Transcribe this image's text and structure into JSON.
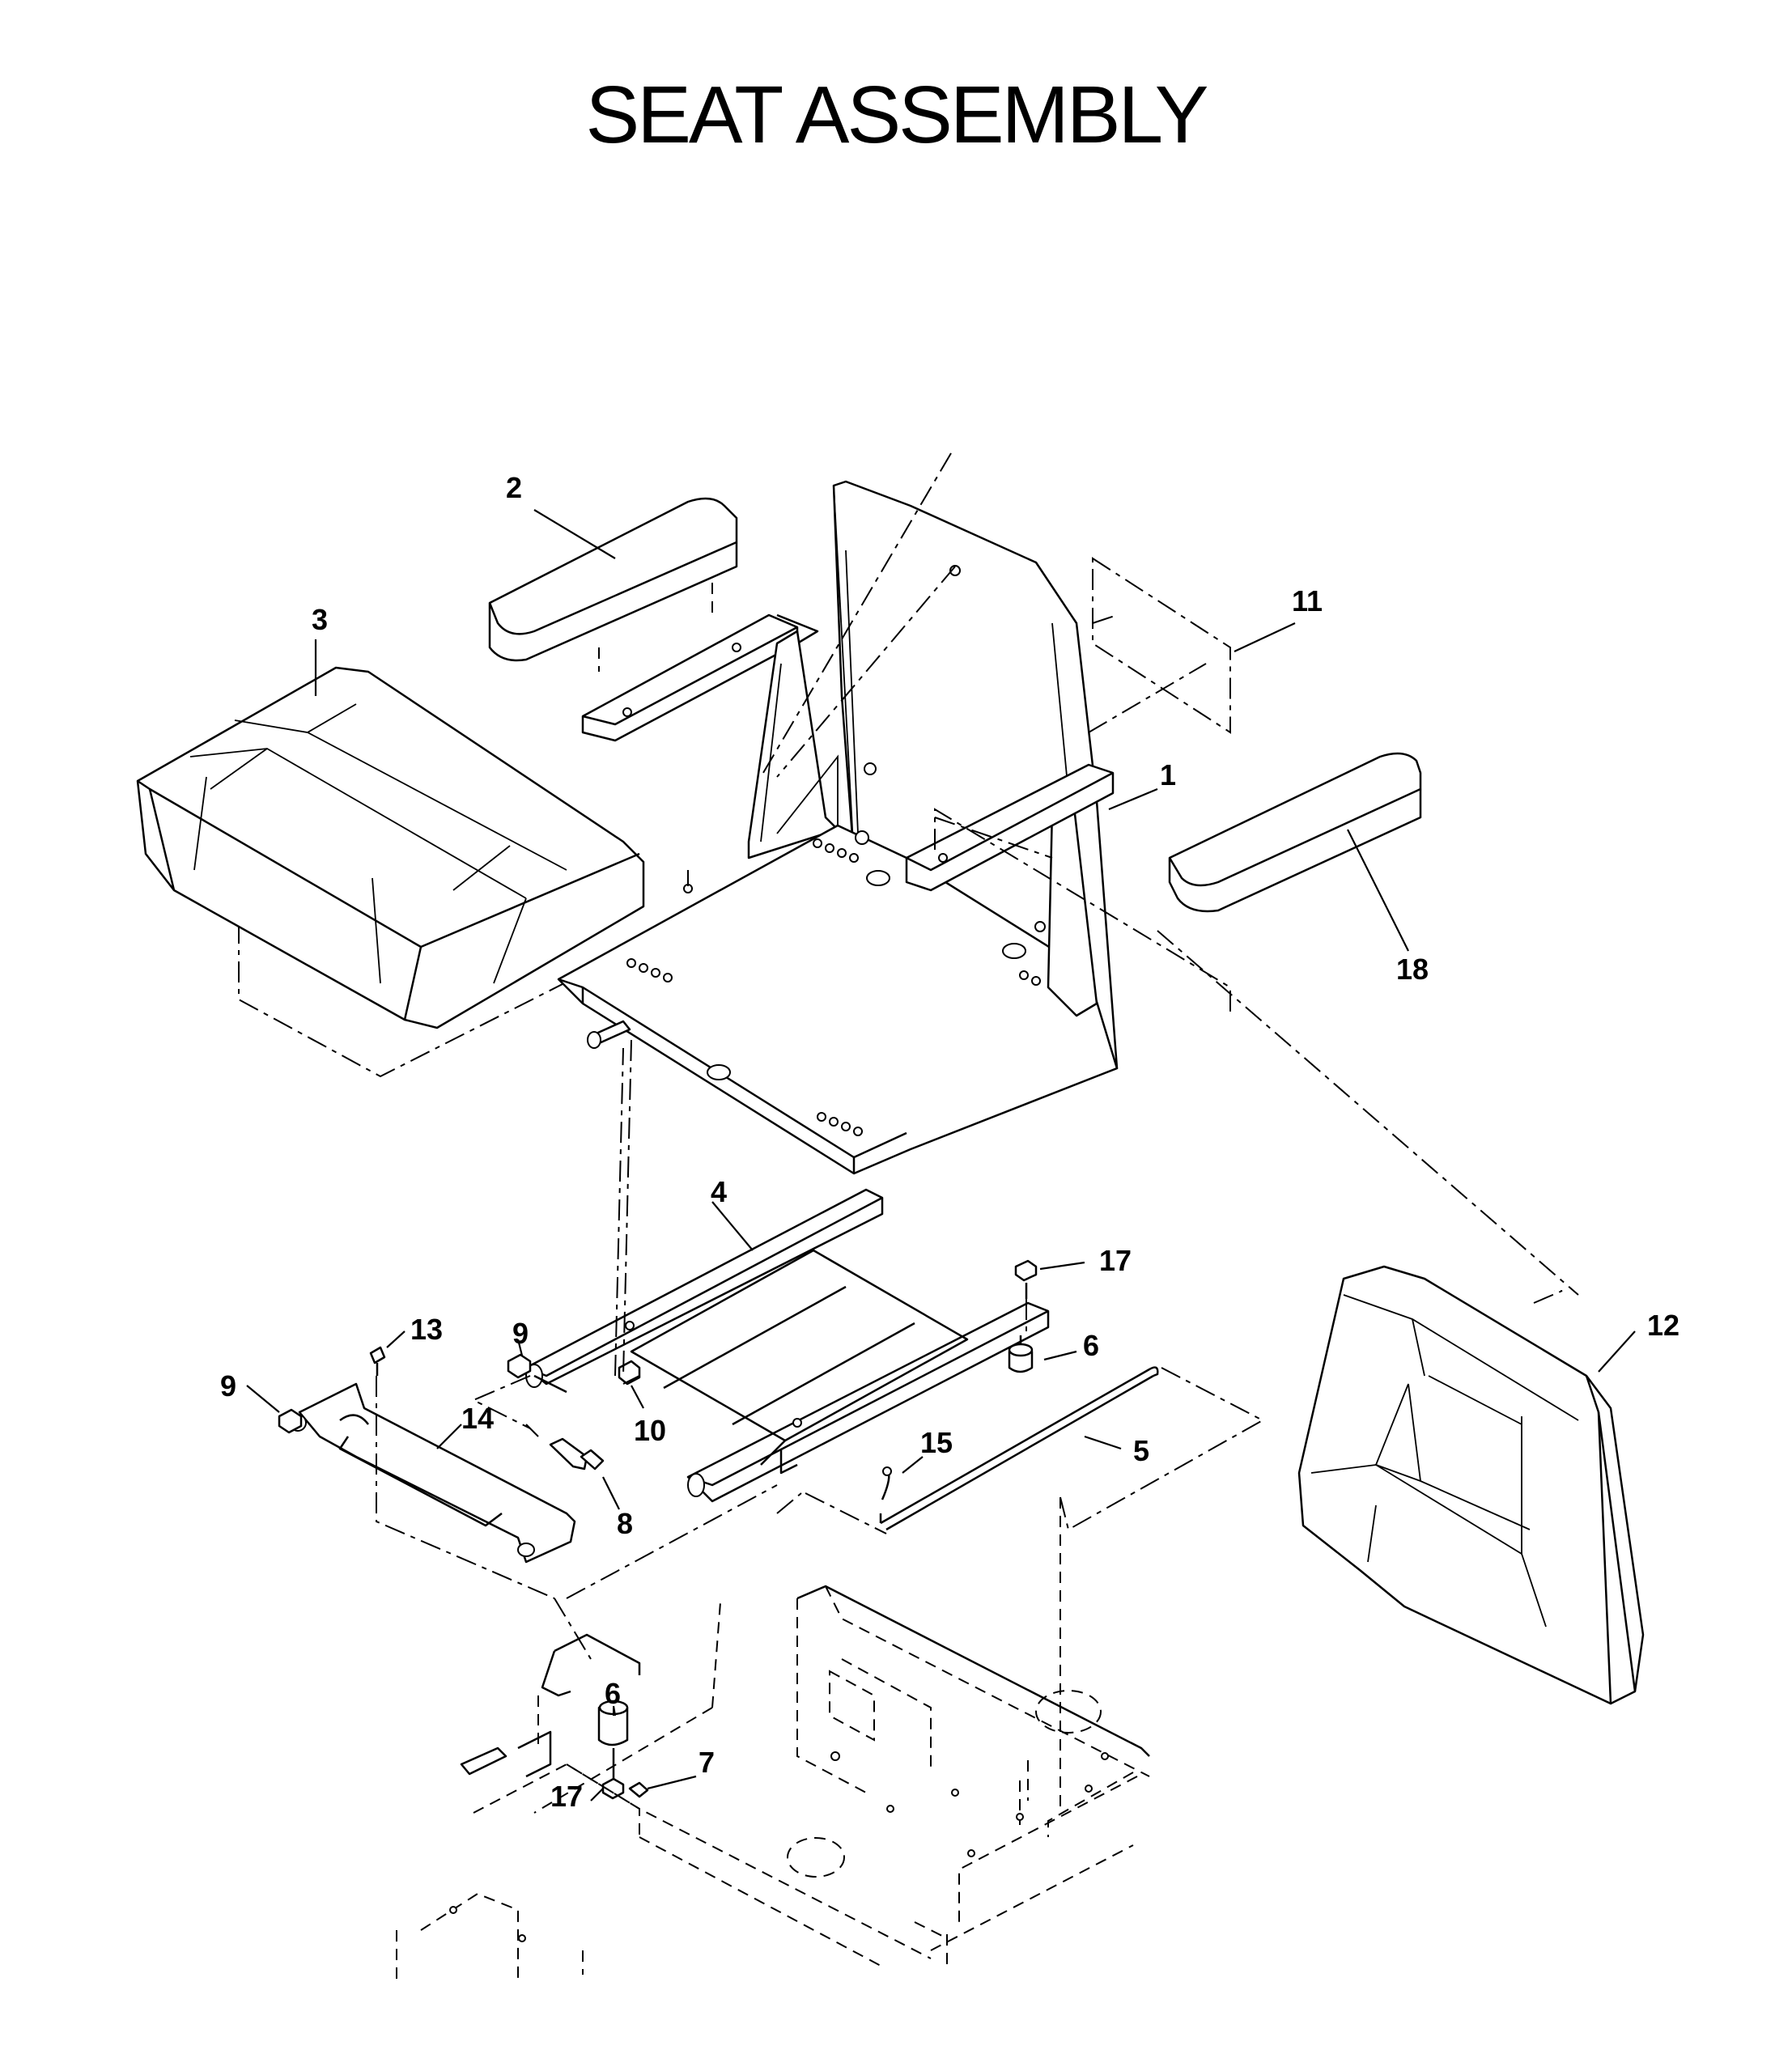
{
  "title": "SEAT ASSEMBLY",
  "callouts": [
    {
      "id": "c2",
      "label": "2"
    },
    {
      "id": "c3",
      "label": "3"
    },
    {
      "id": "c11",
      "label": "11"
    },
    {
      "id": "c1",
      "label": "1"
    },
    {
      "id": "c18",
      "label": "18"
    },
    {
      "id": "c4",
      "label": "4"
    },
    {
      "id": "c17a",
      "label": "17"
    },
    {
      "id": "c12",
      "label": "12"
    },
    {
      "id": "c9a",
      "label": "9"
    },
    {
      "id": "c13",
      "label": "13"
    },
    {
      "id": "c6a",
      "label": "6"
    },
    {
      "id": "c9b",
      "label": "9"
    },
    {
      "id": "c14",
      "label": "14"
    },
    {
      "id": "c10",
      "label": "10"
    },
    {
      "id": "c15",
      "label": "15"
    },
    {
      "id": "c5",
      "label": "5"
    },
    {
      "id": "c8",
      "label": "8"
    },
    {
      "id": "c6b",
      "label": "6"
    },
    {
      "id": "c7",
      "label": "7"
    },
    {
      "id": "c17b",
      "label": "17"
    }
  ]
}
